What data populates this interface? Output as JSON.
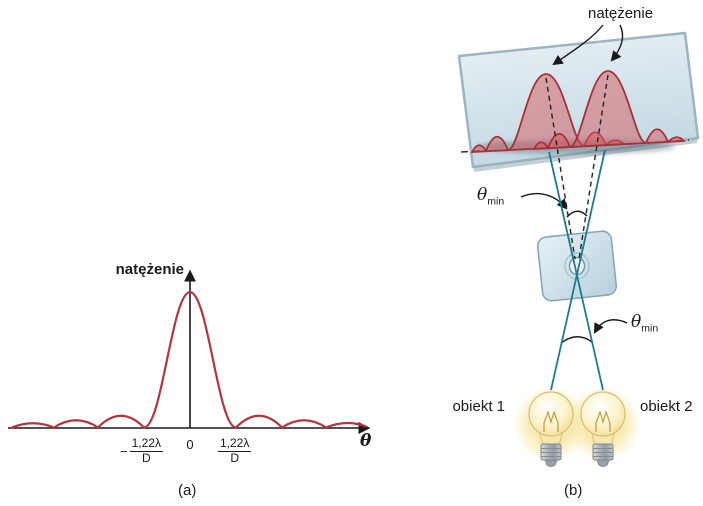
{
  "colors": {
    "curve_red": "#b2363e",
    "peak_fill_red": "#d4575c",
    "ray_teal": "#1f7a8e",
    "screen_fill": "#d3e2ea",
    "plate_fill": "#cfe3ed",
    "bulb_glow": "#f8e49c",
    "metal_gray": "#aab1b8",
    "ink": "#1a1a1a"
  },
  "panel_a": {
    "caption": "(a)",
    "y_axis_label": "natężenie",
    "x_axis_label": "θ",
    "origin_label": "0",
    "left_tick": {
      "sign": "−",
      "numerator": "1,22λ",
      "denominator": "D"
    },
    "right_tick": {
      "numerator": "1,22λ",
      "denominator": "D"
    }
  },
  "panel_b": {
    "caption": "(b)",
    "intensity_label": "natężenie",
    "theta_min": {
      "symbol": "θ",
      "subscript": "min"
    },
    "object1_label": "obiekt 1",
    "object2_label": "obiekt 2"
  }
}
